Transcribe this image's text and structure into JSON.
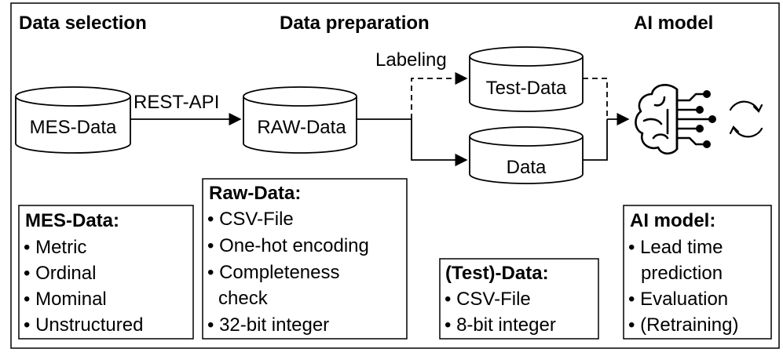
{
  "headers": {
    "data_selection": "Data selection",
    "data_preparation": "Data preparation",
    "ai_model": "AI model"
  },
  "flow": {
    "rest_api": "REST-API",
    "labeling": "Labeling"
  },
  "cylinders": {
    "mes": "MES-Data",
    "raw": "RAW-Data",
    "test": "Test-Data",
    "data": "Data"
  },
  "icons": {
    "brain": "brain-circuit-icon",
    "cycle": "refresh-cycle-icon"
  },
  "boxes": {
    "mes": {
      "title": "MES-Data:",
      "items": [
        "• Metric",
        "• Ordinal",
        "• Mominal",
        "• Unstructured"
      ]
    },
    "raw": {
      "title": "Raw-Data:",
      "items": [
        "• CSV-File",
        "• One-hot encoding",
        "• Completeness",
        "check",
        "• 32-bit integer"
      ]
    },
    "test": {
      "title": "(Test)-Data:",
      "items": [
        "• CSV-File",
        "• 8-bit integer"
      ]
    },
    "ai": {
      "title": "AI model:",
      "items": [
        "• Lead time",
        "prediction",
        "• Evaluation",
        "• (Retraining)"
      ]
    }
  }
}
